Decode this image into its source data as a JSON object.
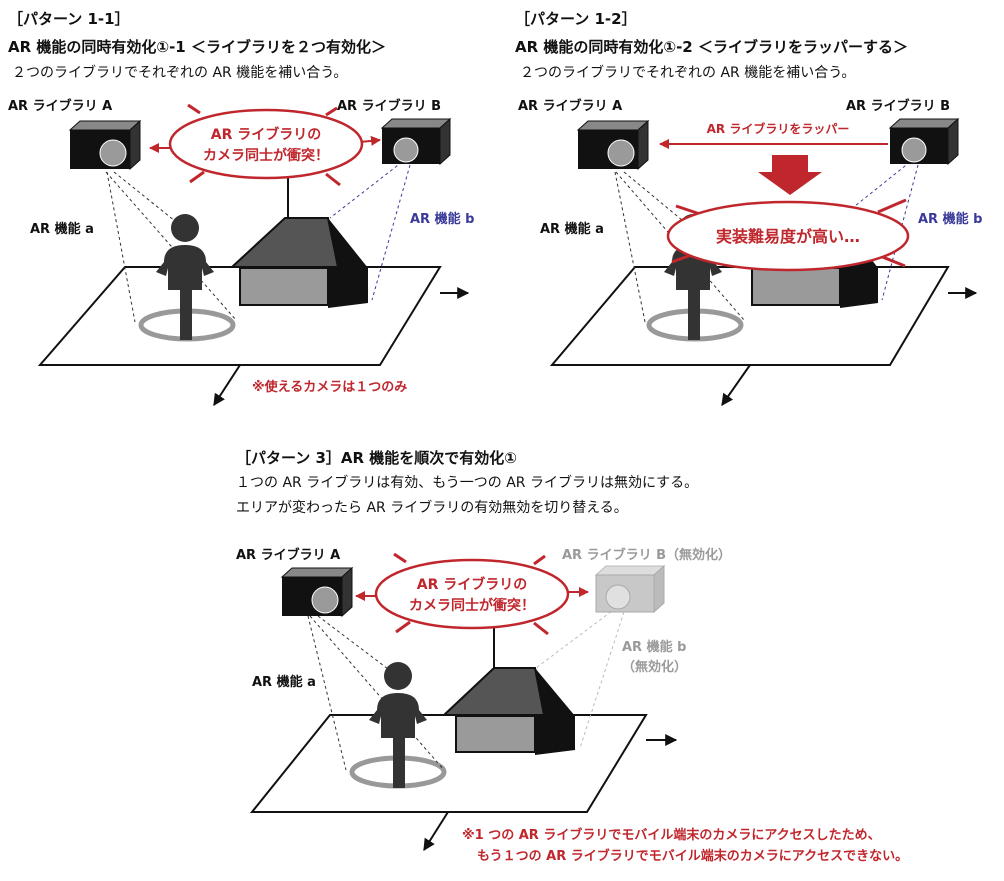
{
  "p11": {
    "tag": "［パターン 1-1］",
    "title": "AR 機能の同時有効化①-1 ＜ライブラリを２つ有効化＞",
    "desc": "２つのライブラリでそれぞれの AR 機能を補い合う。",
    "lib_a": "AR ライブラリ A",
    "lib_b": "AR ライブラリ B",
    "func_a": "AR 機能 a",
    "func_b": "AR 機能 b",
    "bubble_l1": "AR ライブラリの",
    "bubble_l2": "カメラ同士が衝突！",
    "note": "※使えるカメラは１つのみ"
  },
  "p12": {
    "tag": "［パターン 1-2］",
    "title": "AR 機能の同時有効化①-2 ＜ライブラリをラッパーする＞",
    "desc": "２つのライブラリでそれぞれの AR 機能を補い合う。",
    "lib_a": "AR ライブラリ A",
    "lib_b": "AR ライブラリ B",
    "func_a": "AR 機能 a",
    "func_b": "AR 機能 b",
    "wrap": "AR ライブラリをラッパー",
    "bubble": "実装難易度が高い…"
  },
  "p3": {
    "title": "［パターン 3］AR 機能を順次で有効化①",
    "desc1": "１つの AR ライブラリは有効、もう一つの AR ライブラリは無効にする。",
    "desc2": "エリアが変わったら AR ライブラリの有効無効を切り替える。",
    "lib_a": "AR ライブラリ A",
    "lib_b": "AR ライブラリ B（無効化）",
    "func_a": "AR 機能 a",
    "func_b_1": "AR 機能 b",
    "func_b_2": "（無効化）",
    "bubble_l1": "AR ライブラリの",
    "bubble_l2": "カメラ同士が衝突！",
    "note1": "※1 つの AR ライブラリでモバイル端末のカメラにアクセスしたため、",
    "note2": "もう１つの AR ライブラリでモバイル端末のカメラにアクセスできない。"
  },
  "colors": {
    "accent_red": "#c0272d",
    "func_blue": "#3a3a9a",
    "disabled_gray": "#9a9a9a"
  }
}
